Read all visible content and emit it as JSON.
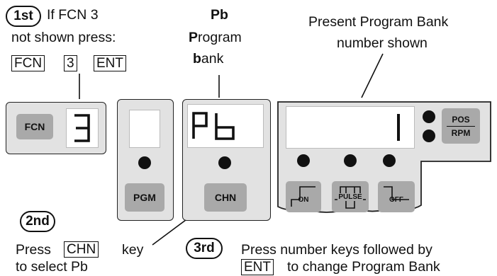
{
  "step1": {
    "badge": "1st",
    "line1": "If FCN  3",
    "line2": "not shown press:",
    "keys": [
      "FCN",
      "3",
      "ENT"
    ]
  },
  "pb_label": {
    "title": "Pb",
    "line2_first": "P",
    "line2_rest": "rogram",
    "line3_first": "b",
    "line3_rest": "ank"
  },
  "present_label": {
    "line1": "Present  Program Bank",
    "line2": "number shown"
  },
  "fcn_panel": {
    "button": "FCN",
    "display": "3"
  },
  "pgm_panel": {
    "button": "PGM"
  },
  "chn_panel": {
    "display": "Pb",
    "button": "CHN"
  },
  "main_panel": {
    "display": "1",
    "pos": "POS",
    "rpm": "RPM",
    "buttons": [
      "ON",
      "PULSE",
      "OFF"
    ]
  },
  "step2": {
    "badge": "2nd",
    "press": "Press",
    "key": "CHN",
    "key_word": "key",
    "line2": "to select  Pb"
  },
  "step3": {
    "badge": "3rd",
    "line1": "Press number keys followed by",
    "key": "ENT",
    "line2": "to change Program Bank"
  }
}
